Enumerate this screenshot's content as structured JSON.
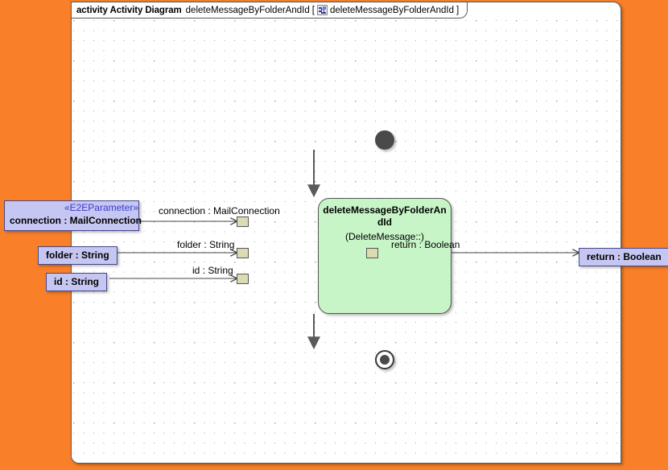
{
  "canvas": {
    "background_color": "#F97F28",
    "frame_background": "#FFFFFF",
    "grid": "dotted"
  },
  "frame": {
    "kind_label": "activity Activity Diagram",
    "diagram_name": "deleteMessageByFolderAndId",
    "bracket_open": "[",
    "bracket_close": "]",
    "scoped_element": "deleteMessageByFolderAndId",
    "icon": "activity-diagram-icon"
  },
  "nodes": {
    "initial": {
      "name": "initial-node",
      "shape": "filled-circle",
      "color": "#4A4A4A"
    },
    "final": {
      "name": "activity-final-node",
      "shape": "circle-in-circle",
      "color": "#4A4A4A"
    },
    "action": {
      "title": "deleteMessageByFolderAndId",
      "subtitle": "(DeleteMessage::)",
      "fill_color": "#C8F5C8",
      "border_color": "#555555"
    }
  },
  "pins": [
    {
      "name": "input-pin-connection",
      "side": "left",
      "fill": "#DCDCB4"
    },
    {
      "name": "input-pin-folder",
      "side": "left",
      "fill": "#DCDCB4"
    },
    {
      "name": "input-pin-id",
      "side": "left",
      "fill": "#DCDCB4"
    },
    {
      "name": "output-pin-return",
      "side": "right",
      "fill": "#DCDCB4"
    }
  ],
  "parameters": {
    "inputs": [
      {
        "stereotype": "«E2EParameter»",
        "label": "connection : MailConnection",
        "edge_label": "connection : MailConnection",
        "fill": "#C6C6F2",
        "border": "#46468C",
        "stereotype_color": "#3A3ACC"
      },
      {
        "stereotype": "",
        "label": "folder : String",
        "edge_label": "folder : String",
        "fill": "#C6C6F2",
        "border": "#46468C"
      },
      {
        "stereotype": "",
        "label": "id : String",
        "edge_label": "id : String",
        "fill": "#C6C6F2",
        "border": "#46468C"
      }
    ],
    "outputs": [
      {
        "stereotype": "",
        "label": "return : Boolean",
        "edge_label": "return : Boolean",
        "fill": "#C6C6F2",
        "border": "#46468C"
      }
    ]
  }
}
